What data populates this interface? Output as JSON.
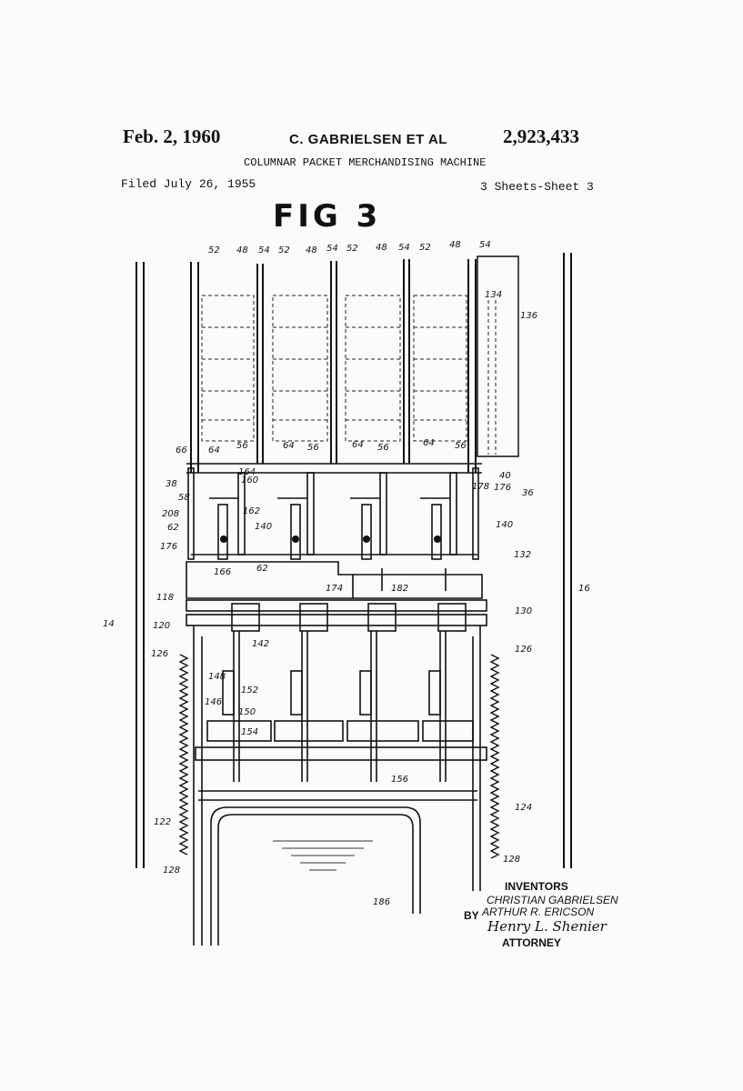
{
  "header": {
    "date": "Feb. 2, 1960",
    "inventor_line": "C. GABRIELSEN ET AL",
    "patent_number": "2,923,433",
    "title": "COLUMNAR PACKET MERCHANDISING MACHINE",
    "filed": "Filed July 26, 1955",
    "sheets": "3 Sheets-Sheet 3"
  },
  "figure": {
    "title": "FIG 3"
  },
  "inventors": {
    "heading": "INVENTORS",
    "names": [
      "CHRISTIAN GABRIELSEN",
      "ARTHUR R. ERICSON"
    ],
    "by": "BY",
    "signature": "Henry L. Shenier",
    "attorney": "ATTORNEY"
  },
  "reference_numerals": {
    "top_row": [
      "52",
      "48",
      "54",
      "52",
      "48",
      "54",
      "52",
      "48",
      "54",
      "52",
      "48",
      "54"
    ],
    "upper": [
      "134",
      "136",
      "66",
      "64",
      "56",
      "64",
      "56",
      "64",
      "56",
      "64",
      "56"
    ],
    "left": [
      "38",
      "58",
      "208",
      "62",
      "176",
      "14",
      "118",
      "120",
      "126",
      "122",
      "128"
    ],
    "right": [
      "40",
      "36",
      "176",
      "178",
      "140",
      "132",
      "130",
      "16",
      "126",
      "124",
      "128"
    ],
    "middle": [
      "164",
      "160",
      "162",
      "166",
      "62",
      "140",
      "182",
      "174",
      "142",
      "148",
      "146",
      "152",
      "150",
      "154",
      "156",
      "186"
    ]
  }
}
